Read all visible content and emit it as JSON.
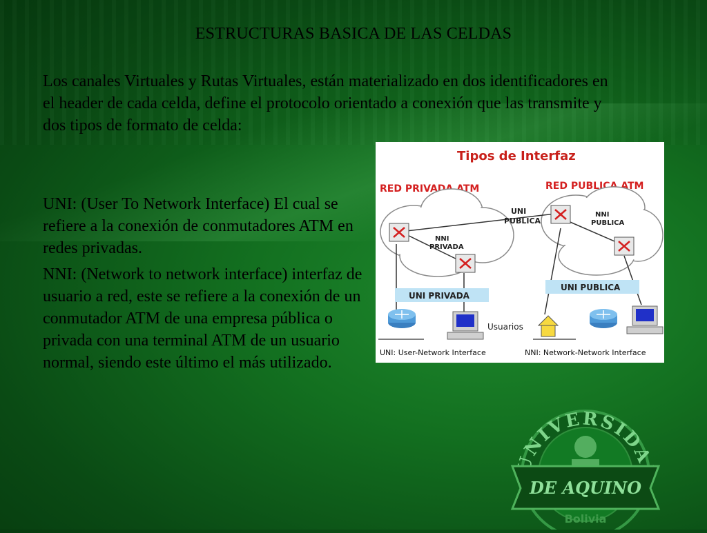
{
  "slide": {
    "title": "ESTRUCTURAS BASICA DE LAS CELDAS",
    "intro": "Los canales Virtuales y Rutas Virtuales, están materializado en dos identificadores en el header de cada celda, define el protocolo orientado a conexión que las transmite y dos tipos de formato de celda:",
    "uni_text": "UNI: (User To Network Interface) El cual se refiere a la conexión de conmutadores ATM en redes privadas.",
    "nni_text": "NNI: (Network to network interface) interfaz de usuario a red, este se refiere a la conexión de un conmutador ATM de una empresa pública o privada con una terminal ATM de un usuario normal, siendo este último el más utilizado."
  },
  "figure": {
    "title": "Tipos de Interfaz",
    "left_label": "RED PRIVADA ATM",
    "right_label": "RED PUBLICA ATM",
    "uni_publica_top": "UNI",
    "uni_publica_bottom": "PUBLICA",
    "nni_privada_top": "NNI",
    "nni_privada_bottom": "PRIVADA",
    "nni_publica_top": "NNI",
    "nni_publica_bottom": "PUBLICA",
    "uni_privada_box": "UNI PRIVADA",
    "uni_publica_box": "UNI PUBLICA",
    "usuarios": "Usuarios",
    "legend_uni": "UNI: User-Network Interface",
    "legend_nni": "NNI: Network-Network Interface",
    "colors": {
      "red_label": "#d42020",
      "title_red": "#c8201a",
      "box_blue": "#bfe3f5",
      "cloud": "#ffffff"
    }
  },
  "seal": {
    "top_text": "UNIVERSIDAD",
    "banner_text": "DE AQUINO",
    "bottom_text": "Bolivia"
  }
}
